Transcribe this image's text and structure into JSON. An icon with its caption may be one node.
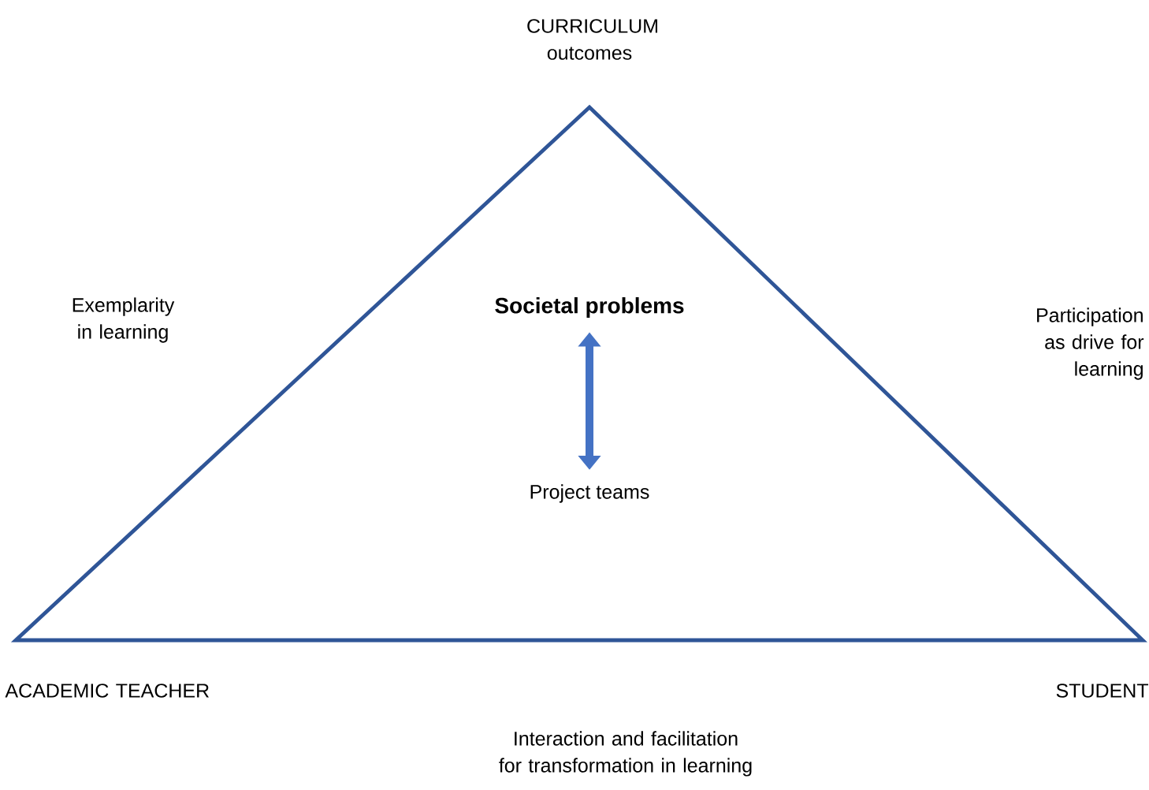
{
  "diagram": {
    "nodes": [
      {
        "text": [],
        "shape": "triangle"
      },
      {
        "text": [
          "Societal problems"
        ],
        "in": 0
      },
      {
        "text": [
          "Project teams"
        ],
        "in": 0
      }
    ],
    "edges": [
      {
        "from": 1,
        "to": 2,
        "arrow": "both"
      }
    ],
    "labels": [
      "CURRICULUM outcomes",
      "Exemplarity in learning",
      "Participation as drive for learning",
      "ACADEMIC TEACHER",
      "STUDENT",
      "Interaction and facilitation for transformation in learning"
    ]
  }
}
